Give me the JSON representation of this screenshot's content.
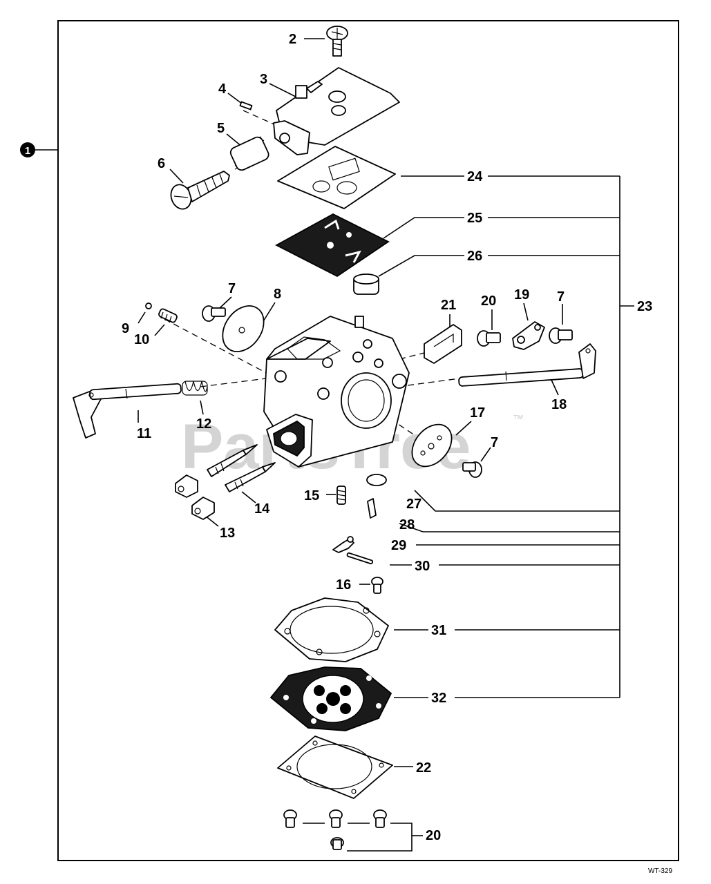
{
  "diagram": {
    "assembly_ref": "1",
    "watermark": "PartsTree",
    "trademark": "™",
    "figure_code": "WT-329",
    "labels": {
      "l2": "2",
      "l3": "3",
      "l4": "4",
      "l5": "5",
      "l6": "6",
      "l7a": "7",
      "l7b": "7",
      "l7c": "7",
      "l8": "8",
      "l9": "9",
      "l10": "10",
      "l11": "11",
      "l12": "12",
      "l13": "13",
      "l14": "14",
      "l15": "15",
      "l16": "16",
      "l17": "17",
      "l18": "18",
      "l19": "19",
      "l20a": "20",
      "l20b": "20",
      "l21": "21",
      "l22": "22",
      "l23": "23",
      "l24": "24",
      "l25": "25",
      "l26": "26",
      "l27": "27",
      "l28": "28",
      "l29": "29",
      "l30": "30",
      "l31": "31",
      "l32": "32"
    }
  }
}
